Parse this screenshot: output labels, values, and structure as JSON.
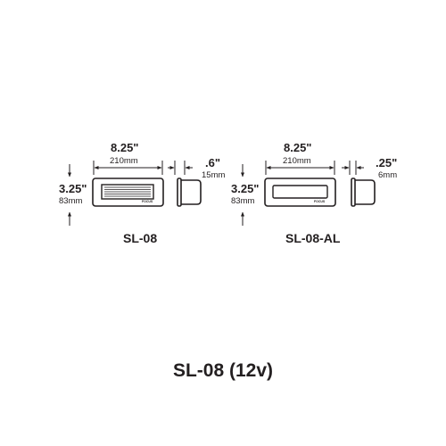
{
  "title": "SL-08 (12v)",
  "models": [
    {
      "name": "SL-08",
      "width_in": "8.25\"",
      "width_mm": "210mm",
      "height_in": "3.25\"",
      "height_mm": "83mm",
      "depth_in": ".6\"",
      "depth_mm": "15mm",
      "faceplate": "louvered",
      "brand_mark": "FOCUS"
    },
    {
      "name": "SL-08-AL",
      "width_in": "8.25\"",
      "width_mm": "210mm",
      "height_in": "3.25\"",
      "height_mm": "83mm",
      "depth_in": ".25\"",
      "depth_mm": "6mm",
      "faceplate": "lens",
      "brand_mark": "FOCUS"
    }
  ],
  "colors": {
    "line": "#231f20",
    "background": "#ffffff"
  }
}
